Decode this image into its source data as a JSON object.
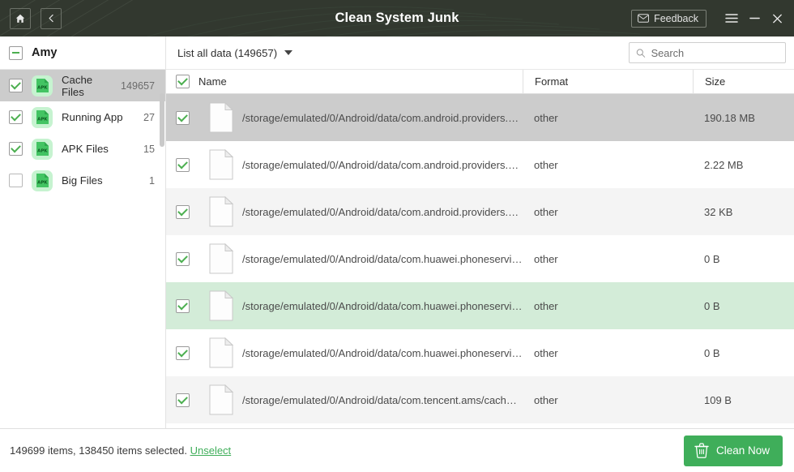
{
  "titlebar": {
    "title": "Clean System Junk",
    "home_icon": "home-icon",
    "back_icon": "back-chevron-icon",
    "feedback_label": "Feedback",
    "feedback_icon": "envelope-icon",
    "menu_icon": "hamburger-menu-icon",
    "minimize_icon": "minimize-icon",
    "close_icon": "close-icon",
    "bg_color": "#32382f"
  },
  "sidebar": {
    "account": "Amy",
    "account_checkbox": "indeterminate",
    "items": [
      {
        "label": "Cache Files",
        "count": "149657",
        "checked": true,
        "selected": true,
        "icon": "apk-file-icon"
      },
      {
        "label": "Running App",
        "count": "27",
        "checked": true,
        "selected": false,
        "icon": "apk-file-icon"
      },
      {
        "label": "APK Files",
        "count": "15",
        "checked": true,
        "selected": false,
        "icon": "apk-file-icon"
      },
      {
        "label": "Big Files",
        "count": "1",
        "checked": false,
        "selected": false,
        "icon": "apk-file-icon"
      }
    ]
  },
  "toolbar": {
    "list_filter": "List all data (149657)",
    "dropdown_icon": "chevron-down-icon",
    "search_placeholder": "Search",
    "search_value": "",
    "search_icon": "search-icon"
  },
  "table": {
    "header_checkbox": "checked",
    "columns": [
      "Name",
      "Format",
      "Size"
    ],
    "rows": [
      {
        "checked": true,
        "name": "/storage/emulated/0/Android/data/com.android.providers.medi...",
        "format": "other",
        "size": "190.18 MB",
        "state": "selected"
      },
      {
        "checked": true,
        "name": "/storage/emulated/0/Android/data/com.android.providers.medi...",
        "format": "other",
        "size": "2.22 MB",
        "state": "normal"
      },
      {
        "checked": true,
        "name": "/storage/emulated/0/Android/data/com.android.providers.medi...",
        "format": "other",
        "size": "32 KB",
        "state": "stripe"
      },
      {
        "checked": true,
        "name": "/storage/emulated/0/Android/data/com.huawei.phoneservice/c...",
        "format": "other",
        "size": "0 B",
        "state": "normal"
      },
      {
        "checked": true,
        "name": "/storage/emulated/0/Android/data/com.huawei.phoneservice/c...",
        "format": "other",
        "size": "0 B",
        "state": "hover"
      },
      {
        "checked": true,
        "name": "/storage/emulated/0/Android/data/com.huawei.phoneservice/c...",
        "format": "other",
        "size": "0 B",
        "state": "normal"
      },
      {
        "checked": true,
        "name": "/storage/emulated/0/Android/data/com.tencent.ams/cache/me...",
        "format": "other",
        "size": "109 B",
        "state": "stripe"
      }
    ]
  },
  "footer": {
    "status_text": "149699 items, 138450 items selected. ",
    "unselect_label": "Unselect",
    "clean_label": "Clean Now",
    "clean_icon": "trash-icon",
    "accent_color": "#3fae5a"
  }
}
